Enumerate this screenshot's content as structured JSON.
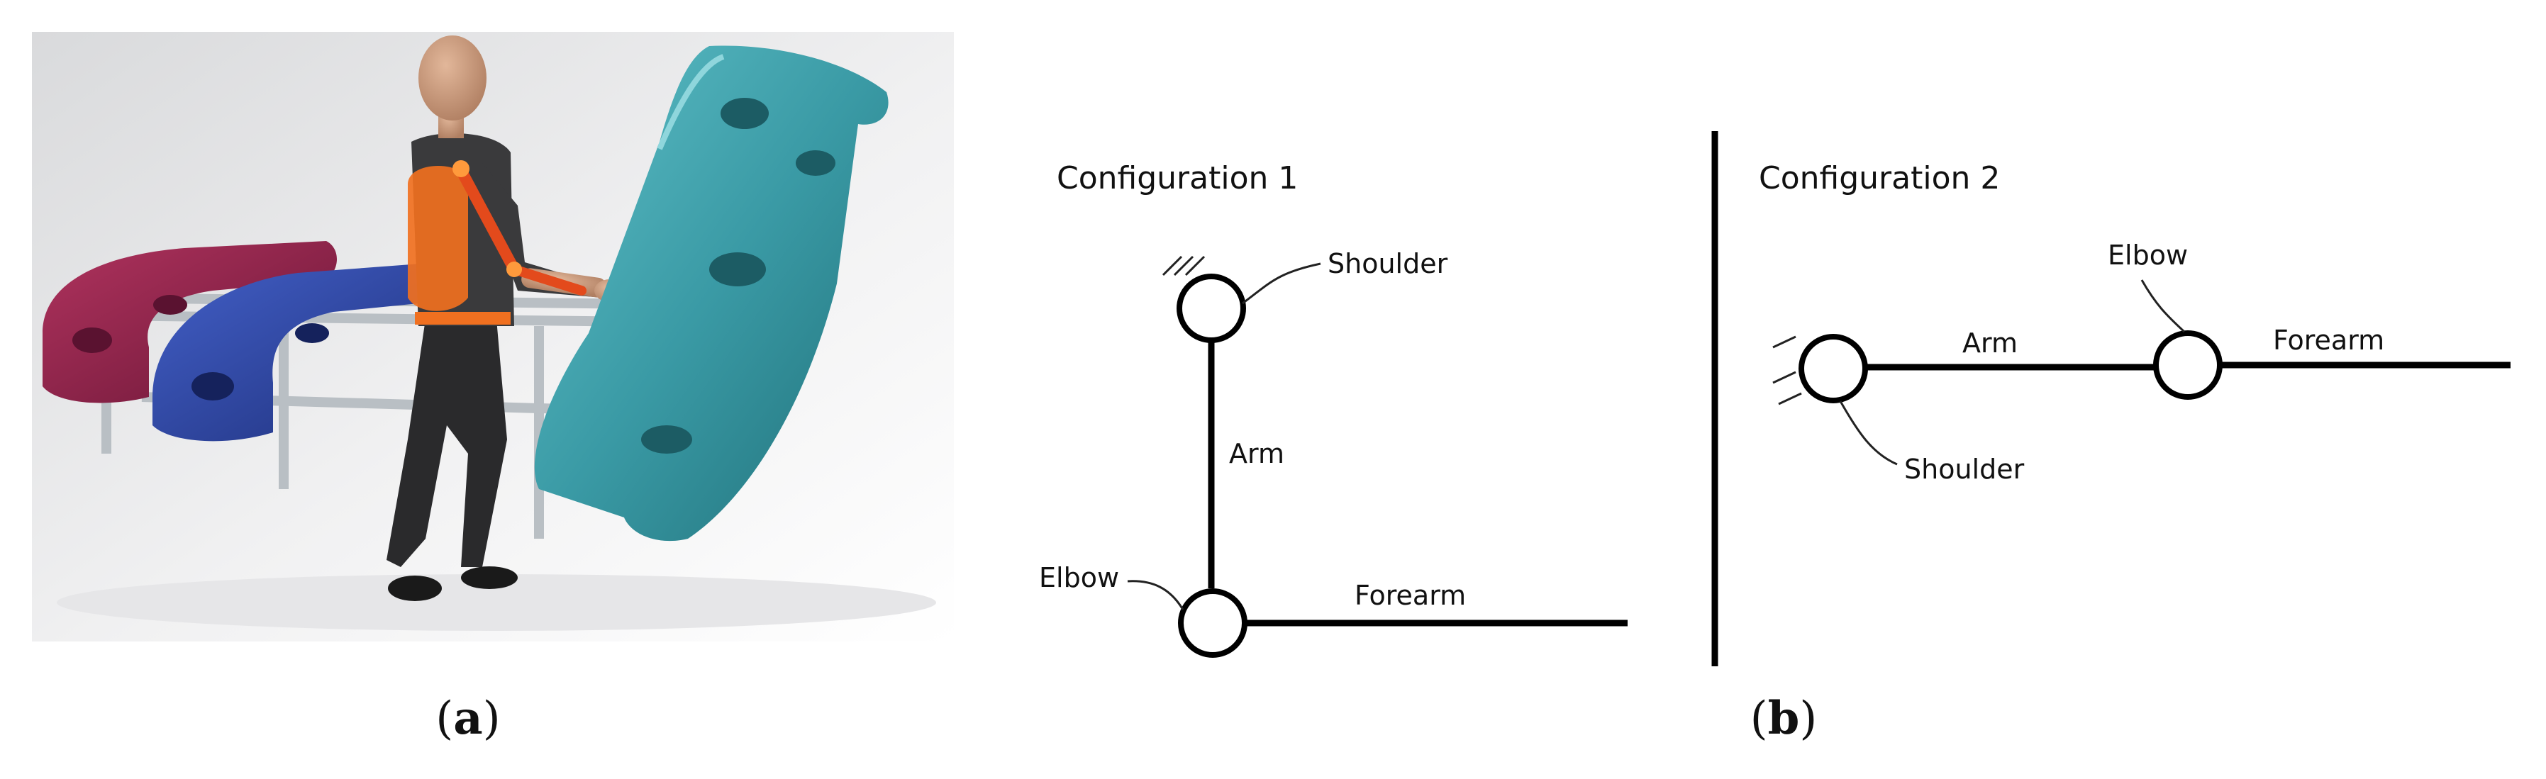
{
  "panel_a": {
    "caption_open": "(",
    "caption_letter": "a",
    "caption_close": ")",
    "colors": {
      "bumper_teal": "#3a9aa5",
      "bumper_red": "#8b1f4a",
      "bumper_blue": "#2a3f9c",
      "exo_orange": "#f07020",
      "rack_grey": "#b9bfc4"
    }
  },
  "panel_b": {
    "caption_open": "(",
    "caption_letter": "b",
    "caption_close": ")",
    "config1": {
      "title": "Configuration 1",
      "shoulder": "Shoulder",
      "arm": "Arm",
      "elbow": "Elbow",
      "forearm": "Forearm"
    },
    "config2": {
      "title": "Configuration 2",
      "elbow": "Elbow",
      "arm": "Arm",
      "forearm": "Forearm",
      "shoulder": "Shoulder"
    }
  }
}
